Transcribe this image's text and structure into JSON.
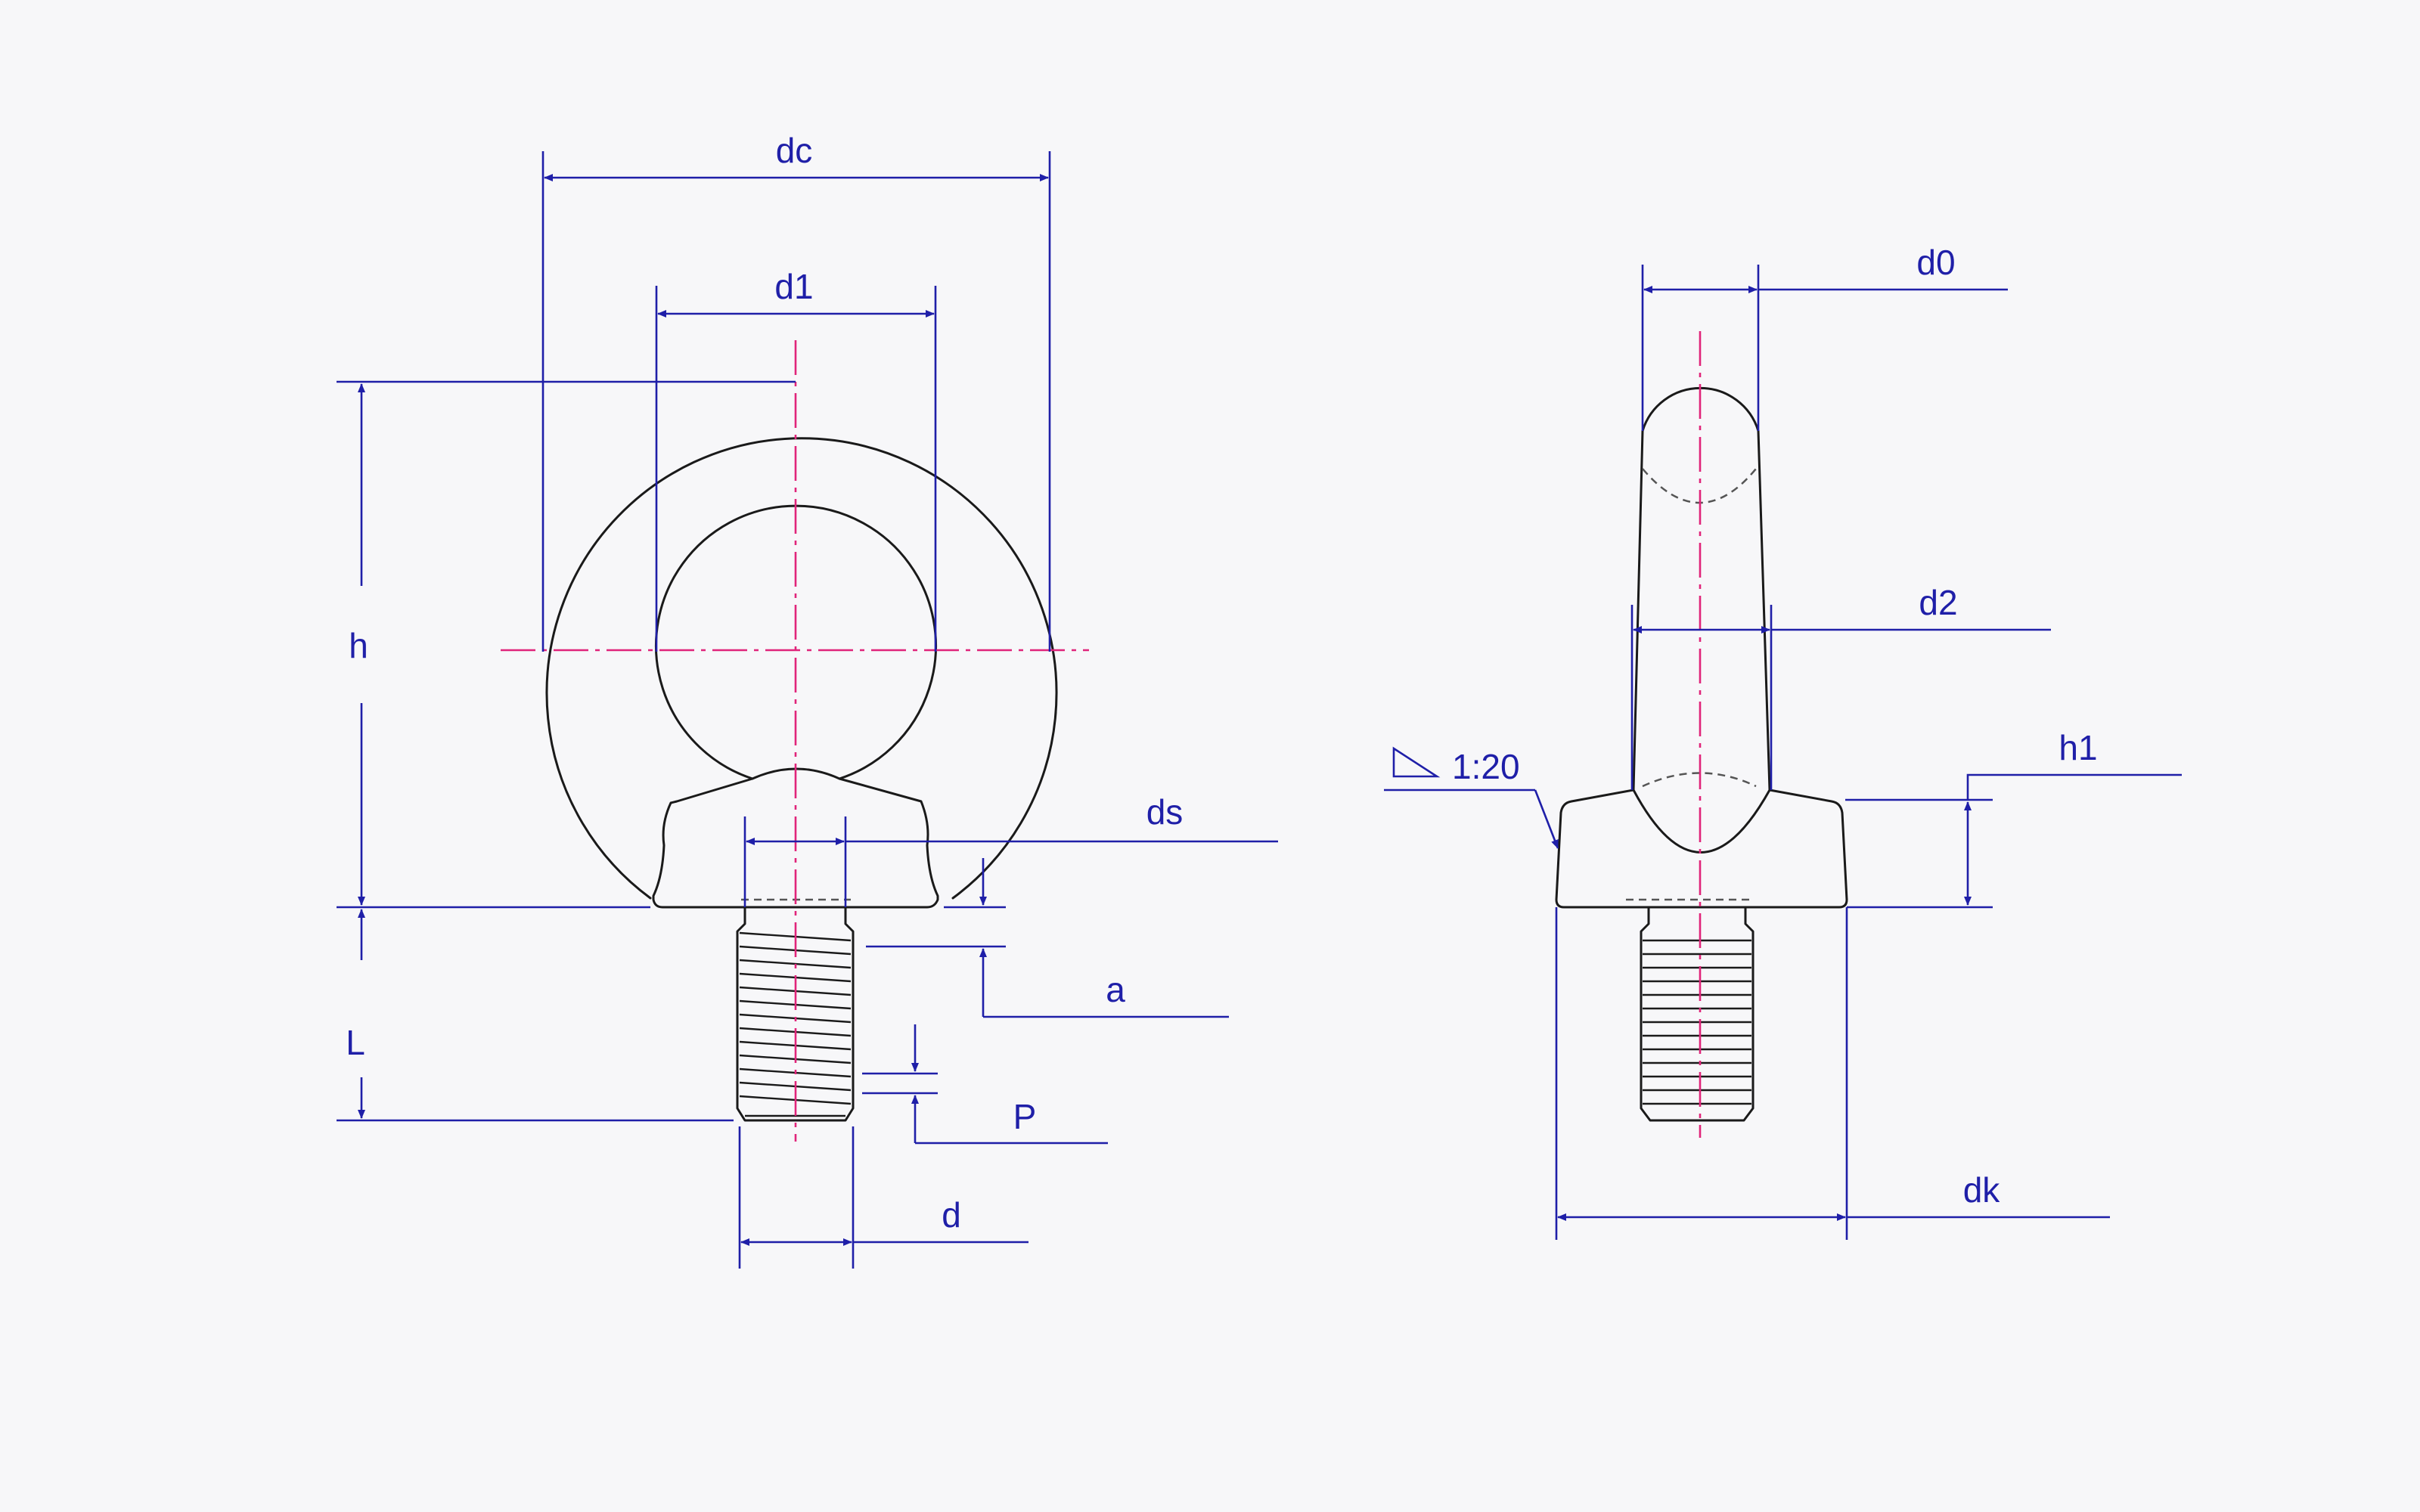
{
  "labels": {
    "dc": "dc",
    "d1": "d1",
    "h": "h",
    "ds": "ds",
    "a": "a",
    "L": "L",
    "P": "P",
    "d": "d",
    "d0": "d0",
    "d2": "d2",
    "h1": "h1",
    "taper": "1:20",
    "dk": "dk"
  },
  "colors": {
    "dimension": "#1f1fa8",
    "centerline": "#e0247a",
    "outline": "#1a1a1a",
    "background": "#f7f7f9"
  }
}
